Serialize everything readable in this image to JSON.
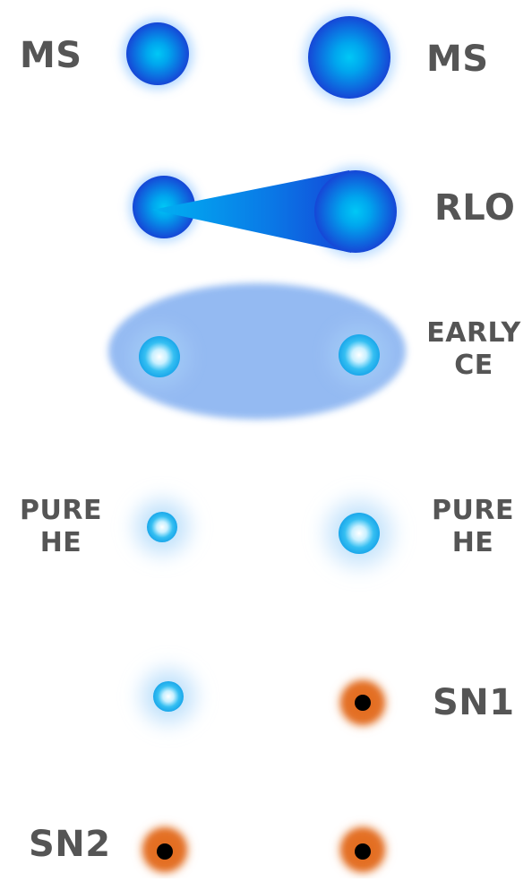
{
  "stages": [
    {
      "left_label": "MS",
      "right_label": "MS"
    },
    {
      "right_label": "RLO"
    },
    {
      "right_label_lines": [
        "EARLY",
        "CE"
      ]
    },
    {
      "left_label_lines": [
        "PURE",
        "HE"
      ],
      "right_label_lines": [
        "PURE",
        "HE"
      ]
    },
    {
      "right_label": "SN1"
    },
    {
      "left_label": "SN2"
    }
  ],
  "colors": {
    "ms_star": "#1a5ce0",
    "ms_core": "#00b4f0",
    "envelope": "#8fb6f0",
    "he_core": "#3fc6f4",
    "sn_glow": "#e0722a",
    "remnant": "#000000",
    "label": "#555555"
  }
}
